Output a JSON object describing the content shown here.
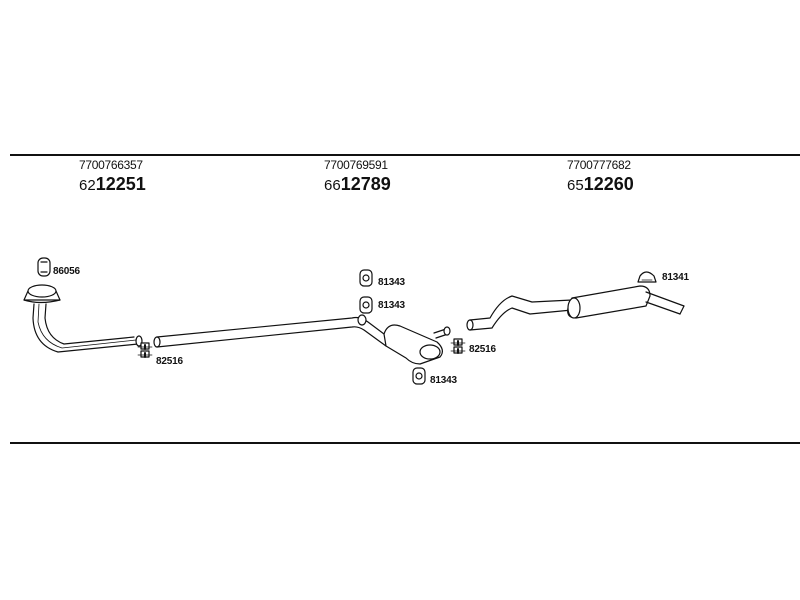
{
  "parts": [
    {
      "oe_number": "7700766357",
      "prefix": "62",
      "number": "12251"
    },
    {
      "oe_number": "7700769591",
      "prefix": "66",
      "number": "12789"
    },
    {
      "oe_number": "7700777682",
      "prefix": "65",
      "number": "12260"
    }
  ],
  "callouts": {
    "gasket": "86056",
    "clamp_left": "82516",
    "rubber_hanger_top": "81343",
    "rubber_hanger_mid": "81343",
    "rubber_hanger_low": "81343",
    "clamp_right": "82516",
    "hanger_rear": "81341"
  }
}
